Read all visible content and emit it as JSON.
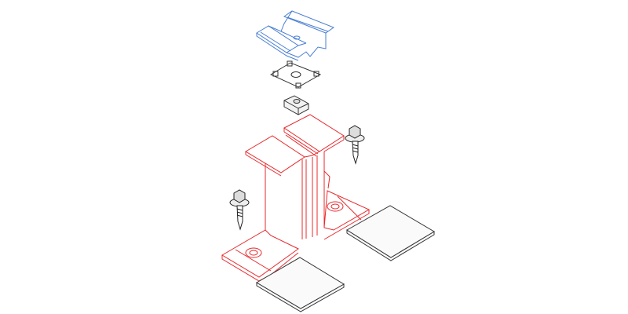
{
  "diagram": {
    "type": "exploded-assembly-view",
    "parts": [
      {
        "id": "rail-clamp",
        "color": "#4a7fd4"
      },
      {
        "id": "gasket-plate",
        "color": "#333333"
      },
      {
        "id": "slot-nut",
        "color": "#333333"
      },
      {
        "id": "mounting-bracket",
        "color": "#e8282c"
      },
      {
        "id": "self-drilling-screw-left",
        "color": "#333333"
      },
      {
        "id": "self-drilling-screw-right",
        "color": "#333333"
      },
      {
        "id": "sealing-pad-front",
        "color": "#333333"
      },
      {
        "id": "sealing-pad-back",
        "color": "#333333"
      }
    ]
  }
}
